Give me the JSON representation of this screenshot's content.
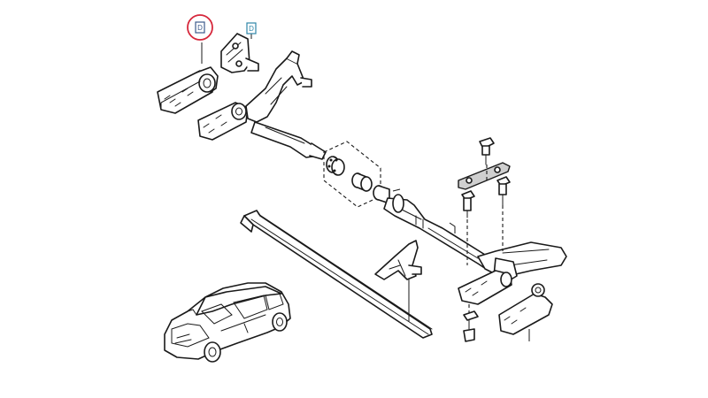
{
  "callouts": [
    {
      "id": "left-callout",
      "label": "D",
      "color": "#3c5a8c",
      "highlighted": true,
      "highlight_color": "#d6283c"
    },
    {
      "id": "right-callout",
      "label": "D",
      "color": "#2e86a8",
      "highlighted": false
    }
  ]
}
